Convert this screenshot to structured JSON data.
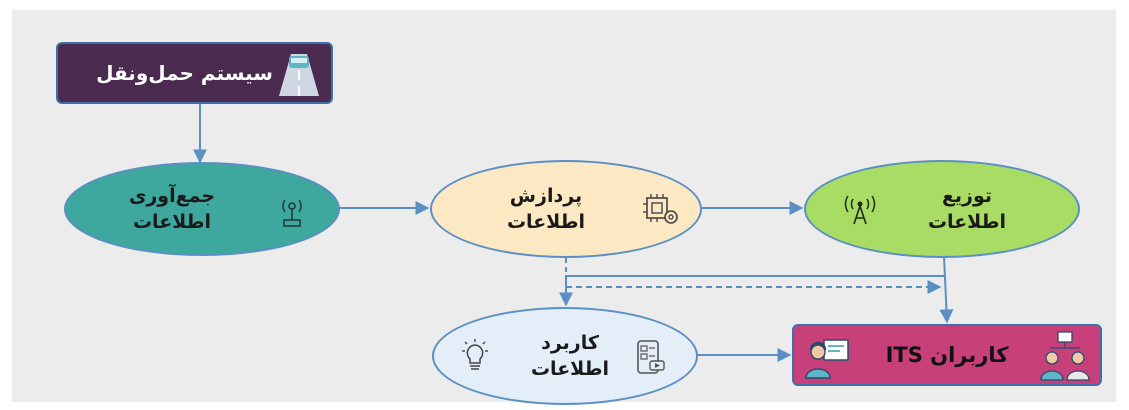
{
  "nodes": {
    "transport": {
      "text": "سیستم حمل‌ونقل",
      "color": "#4a2a4e"
    },
    "collect": {
      "line1": "جمع‌آوری",
      "line2": "اطلاعات",
      "color": "#3ea89e"
    },
    "process": {
      "line1": "پردازش",
      "line2": "اطلاعات",
      "color": "#fde8c4"
    },
    "distribute": {
      "line1": "توزیع",
      "line2": "اطلاعات",
      "color": "#a8dc64"
    },
    "apply": {
      "line1": "کاربرد",
      "line2": "اطلاعات",
      "color": "#e4eef8"
    },
    "users": {
      "text": "کاربران ITS",
      "color": "#c8407a"
    }
  },
  "icons": {
    "transport": "road-car-icon",
    "collect": "sensor-antenna-icon",
    "process": "cpu-gear-icon",
    "distribute": "broadcast-tower-icon",
    "apply_bulb": "lightbulb-icon",
    "apply_phone": "smartphone-app-icon",
    "users_left": "operator-dashboard-icon",
    "users_right": "people-group-icon"
  },
  "colors": {
    "wire": "#5a8fc4"
  }
}
